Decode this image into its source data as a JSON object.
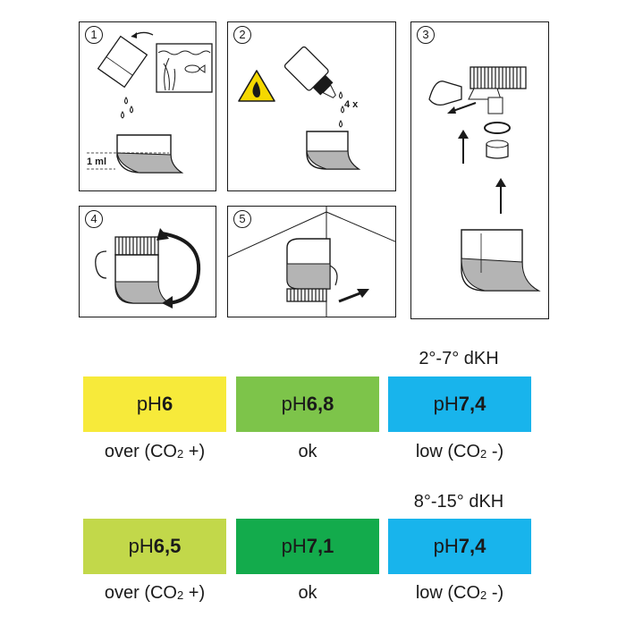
{
  "steps": [
    {
      "number": "1",
      "label": "1 ml"
    },
    {
      "number": "2",
      "label": "4 x"
    },
    {
      "number": "3"
    },
    {
      "number": "4"
    },
    {
      "number": "5"
    }
  ],
  "tables": [
    {
      "dkh": "2°-7° dKH",
      "cells": [
        {
          "prefix": "pH",
          "value": "6",
          "color": "#f7ea3a",
          "caption_pre": "over (CO",
          "caption_sub": "2",
          "caption_post": " +)"
        },
        {
          "prefix": "pH",
          "value": "6,8",
          "color": "#7dc44a",
          "caption_pre": "ok",
          "caption_sub": "",
          "caption_post": ""
        },
        {
          "prefix": "pH",
          "value": "7,4",
          "color": "#18b4ec",
          "caption_pre": "low (CO",
          "caption_sub": "2",
          "caption_post": " -)"
        }
      ]
    },
    {
      "dkh": "8°-15° dKH",
      "cells": [
        {
          "prefix": "pH",
          "value": "6,5",
          "color": "#c2d84a",
          "caption_pre": "over (CO",
          "caption_sub": "2",
          "caption_post": " +)"
        },
        {
          "prefix": "pH",
          "value": "7,1",
          "color": "#13ab4c",
          "caption_pre": "ok",
          "caption_sub": "",
          "caption_post": ""
        },
        {
          "prefix": "pH",
          "value": "7,4",
          "color": "#18b4ec",
          "caption_pre": "low (CO",
          "caption_sub": "2",
          "caption_post": " -)"
        }
      ]
    }
  ]
}
